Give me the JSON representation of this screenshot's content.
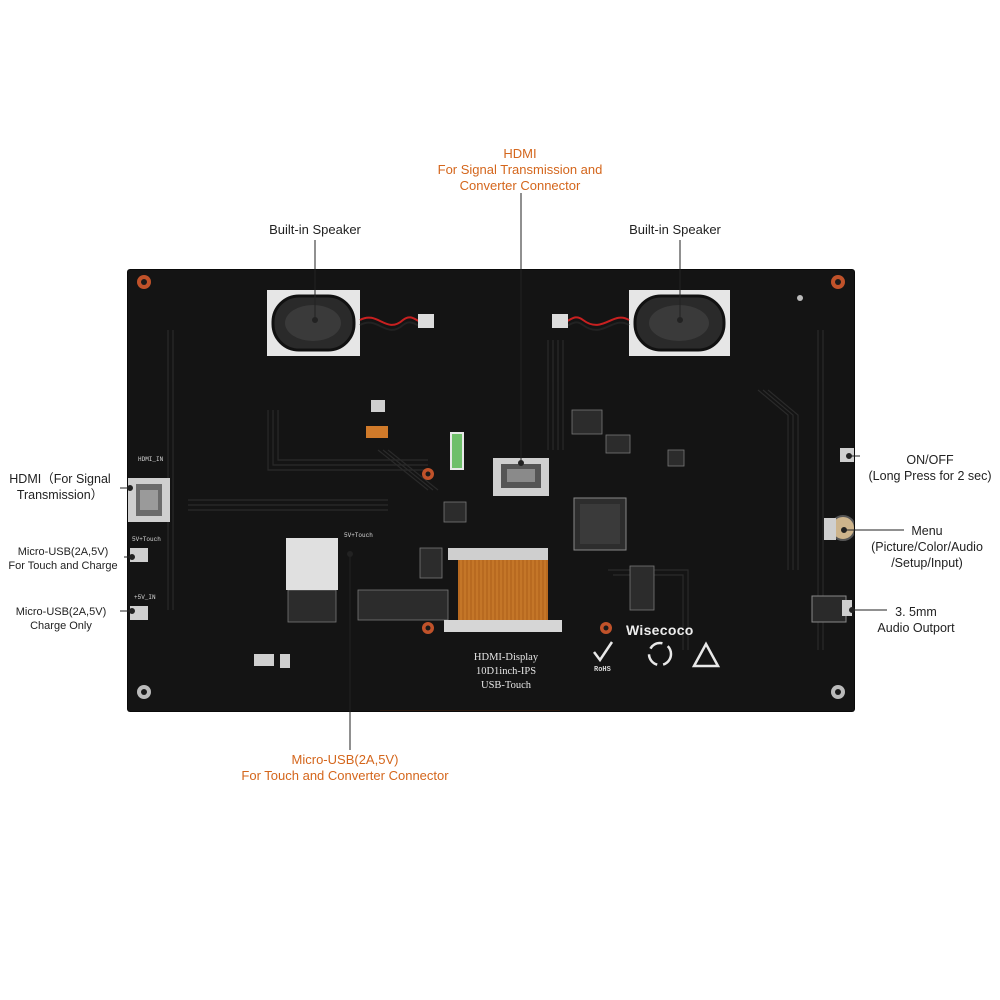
{
  "labels": {
    "hdmi_top_title": "HDMI",
    "hdmi_top_line2": "For Signal Transmission and",
    "hdmi_top_line3": "Converter Connector",
    "speaker_left": "Built-in Speaker",
    "speaker_right": "Built-in Speaker",
    "hdmi_side_line1": "HDMI（For Signal",
    "hdmi_side_line2": "Transmission）",
    "micro_usb_touch_line1": "Micro-USB(2A,5V)",
    "micro_usb_touch_line2": "For Touch and Charge",
    "micro_usb_charge_line1": "Micro-USB(2A,5V)",
    "micro_usb_charge_line2": "Charge Only",
    "onoff_line1": "ON/OFF",
    "onoff_line2": "(Long Press for 2 sec)",
    "menu_line1": "Menu",
    "menu_line2": "(Picture/Color/Audio",
    "menu_line3": "/Setup/Input)",
    "audio_line1": "3. 5mm",
    "audio_line2": "Audio Outport",
    "micro_usb_bottom_line1": "Micro-USB(2A,5V)",
    "micro_usb_bottom_line2": "For Touch and Converter Connector"
  },
  "board": {
    "brand": "Wisecoco",
    "model_line1": "HDMI-Display",
    "model_line2": "10D1inch-IPS",
    "model_line3": "USB-Touch",
    "silk_hdmi_in": "HDMI_IN",
    "silk_5v_touch": "5V+Touch",
    "silk_5v_in": "+5V_IN",
    "silk_5v_touch_inner": "5V+Touch",
    "rohs": "RoHS"
  },
  "colors": {
    "accent_orange": "#d4661c",
    "board": "#141414",
    "label_text": "#222222"
  }
}
